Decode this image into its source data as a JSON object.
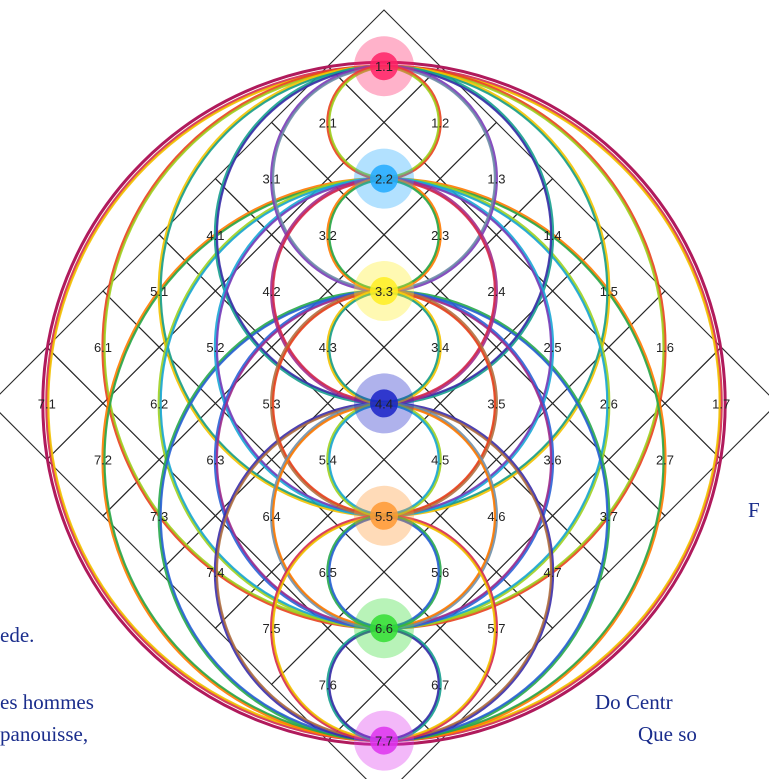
{
  "labels": [
    {
      "id": "1.1",
      "text": "1.1"
    },
    {
      "id": "1.2",
      "text": "1.2"
    },
    {
      "id": "1.3",
      "text": "1.3"
    },
    {
      "id": "1.4",
      "text": "1.4"
    },
    {
      "id": "1.5",
      "text": "1.5"
    },
    {
      "id": "1.6",
      "text": "1.6"
    },
    {
      "id": "1.7",
      "text": "1.7"
    },
    {
      "id": "2.1",
      "text": "2.1"
    },
    {
      "id": "2.2",
      "text": "2.2"
    },
    {
      "id": "2.3",
      "text": "2.3"
    },
    {
      "id": "2.4",
      "text": "2.4"
    },
    {
      "id": "2.5",
      "text": "2.5"
    },
    {
      "id": "2.6",
      "text": "2.6"
    },
    {
      "id": "2.7",
      "text": "2.7"
    },
    {
      "id": "3.1",
      "text": "3.1"
    },
    {
      "id": "3.2",
      "text": "3.2"
    },
    {
      "id": "3.3",
      "text": "3.3"
    },
    {
      "id": "3.4",
      "text": "3.4"
    },
    {
      "id": "3.5",
      "text": "3.5"
    },
    {
      "id": "3.6",
      "text": "3.6"
    },
    {
      "id": "3.7",
      "text": "3.7"
    },
    {
      "id": "4.1",
      "text": "4.1"
    },
    {
      "id": "4.2",
      "text": "4.2"
    },
    {
      "id": "4.3",
      "text": "4.3"
    },
    {
      "id": "4.4",
      "text": "4.4"
    },
    {
      "id": "4.5",
      "text": "4.5"
    },
    {
      "id": "4.6",
      "text": "4.6"
    },
    {
      "id": "4.7",
      "text": "4.7"
    },
    {
      "id": "5.1",
      "text": "5.1"
    },
    {
      "id": "5.2",
      "text": "5.2"
    },
    {
      "id": "5.3",
      "text": "5.3"
    },
    {
      "id": "5.4",
      "text": "5.4"
    },
    {
      "id": "5.5",
      "text": "5.5"
    },
    {
      "id": "5.6",
      "text": "5.6"
    },
    {
      "id": "5.7",
      "text": "5.7"
    },
    {
      "id": "6.1",
      "text": "6.1"
    },
    {
      "id": "6.2",
      "text": "6.2"
    },
    {
      "id": "6.3",
      "text": "6.3"
    },
    {
      "id": "6.4",
      "text": "6.4"
    },
    {
      "id": "6.5",
      "text": "6.5"
    },
    {
      "id": "6.6",
      "text": "6.6"
    },
    {
      "id": "6.7",
      "text": "6.7"
    },
    {
      "id": "7.1",
      "text": "7.1"
    },
    {
      "id": "7.2",
      "text": "7.2"
    },
    {
      "id": "7.3",
      "text": "7.3"
    },
    {
      "id": "7.4",
      "text": "7.4"
    },
    {
      "id": "7.5",
      "text": "7.5"
    },
    {
      "id": "7.6",
      "text": "7.6"
    },
    {
      "id": "7.7",
      "text": "7.7"
    }
  ],
  "chakra_colors": [
    "#ff2266",
    "#22aaff",
    "#ffee22",
    "#1a22c8",
    "#ff9933",
    "#33dd33",
    "#dd33ee"
  ],
  "ring_colors": [
    "#d42a4e",
    "#e8421e",
    "#ff7a00",
    "#f2c200",
    "#9fd020",
    "#27a84b",
    "#169e8e",
    "#1aa6d6",
    "#2a62d6",
    "#3b2ea8",
    "#7a3cb8",
    "#a02c8c",
    "#b07040",
    "#6f8fa8"
  ],
  "text_fragments": {
    "left_1": "ede.",
    "left_2": "es hommes",
    "left_3": "panouisse,",
    "right_1": "F",
    "right_2": "Do Centr",
    "right_3": "Que so"
  }
}
